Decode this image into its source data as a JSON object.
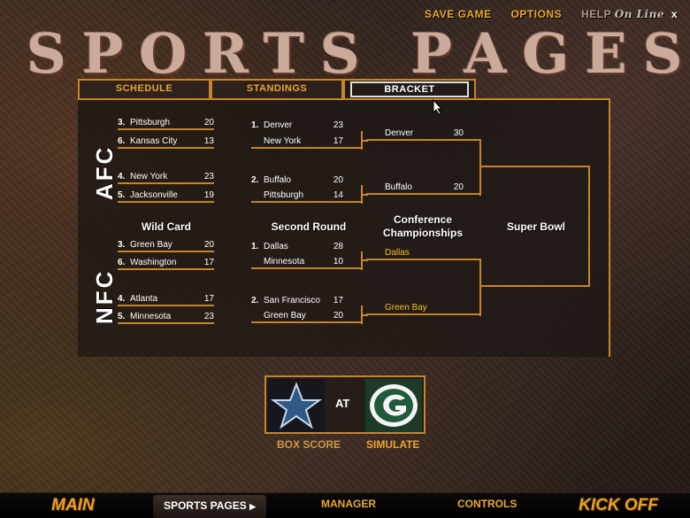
{
  "top_menu": {
    "save_game": "SAVE GAME",
    "options": "OPTIONS",
    "help": "HELP",
    "online": "On Line",
    "close": "x"
  },
  "title": "SPORTS PAGES",
  "tabs": {
    "schedule": "SCHEDULE",
    "standings": "STANDINGS",
    "bracket": "BRACKET"
  },
  "conferences": {
    "afc": "AFC",
    "nfc": "NFC"
  },
  "round_labels": {
    "wild_card": "Wild Card",
    "second_round": "Second Round",
    "conference": "Conference Championships",
    "super_bowl": "Super Bowl"
  },
  "afc": {
    "wild_card": [
      {
        "seed": "3.",
        "team": "Pittsburgh",
        "score": "20"
      },
      {
        "seed": "6.",
        "team": "Kansas City",
        "score": "13"
      },
      {
        "seed": "4.",
        "team": "New York",
        "score": "23"
      },
      {
        "seed": "5.",
        "team": "Jacksonville",
        "score": "19"
      }
    ],
    "second_round": [
      {
        "seed": "1.",
        "team": "Denver",
        "score": "23"
      },
      {
        "seed": "",
        "team": "New York",
        "score": "17"
      },
      {
        "seed": "2.",
        "team": "Buffalo",
        "score": "20"
      },
      {
        "seed": "",
        "team": "Pittsburgh",
        "score": "14"
      }
    ],
    "conference": [
      {
        "team": "Denver",
        "score": "30"
      },
      {
        "team": "Buffalo",
        "score": "20"
      }
    ]
  },
  "nfc": {
    "wild_card": [
      {
        "seed": "3.",
        "team": "Green Bay",
        "score": "20"
      },
      {
        "seed": "6.",
        "team": "Washington",
        "score": "17"
      },
      {
        "seed": "4.",
        "team": "Atlanta",
        "score": "17"
      },
      {
        "seed": "5.",
        "team": "Minnesota",
        "score": "23"
      }
    ],
    "second_round": [
      {
        "seed": "1.",
        "team": "Dallas",
        "score": "28"
      },
      {
        "seed": "",
        "team": "Minnesota",
        "score": "10"
      },
      {
        "seed": "2.",
        "team": "San Francisco",
        "score": "17"
      },
      {
        "seed": "",
        "team": "Green Bay",
        "score": "20"
      }
    ],
    "conference": [
      {
        "team": "Dallas",
        "score": ""
      },
      {
        "team": "Green Bay",
        "score": ""
      }
    ]
  },
  "matchup": {
    "left_logo": "star-logo-icon",
    "right_logo": "g-logo-icon",
    "at": "AT",
    "box_score": "BOX SCORE",
    "simulate": "SIMULATE"
  },
  "bottom_nav": {
    "main": "MAIN",
    "sports_pages": "SPORTS PAGES",
    "manager": "MANAGER",
    "controls": "CONTROLS",
    "kick_off": "KICK OFF"
  },
  "colors": {
    "accent": "#c8832c",
    "menu_text": "#e8a832",
    "highlight": "#f0c020"
  }
}
